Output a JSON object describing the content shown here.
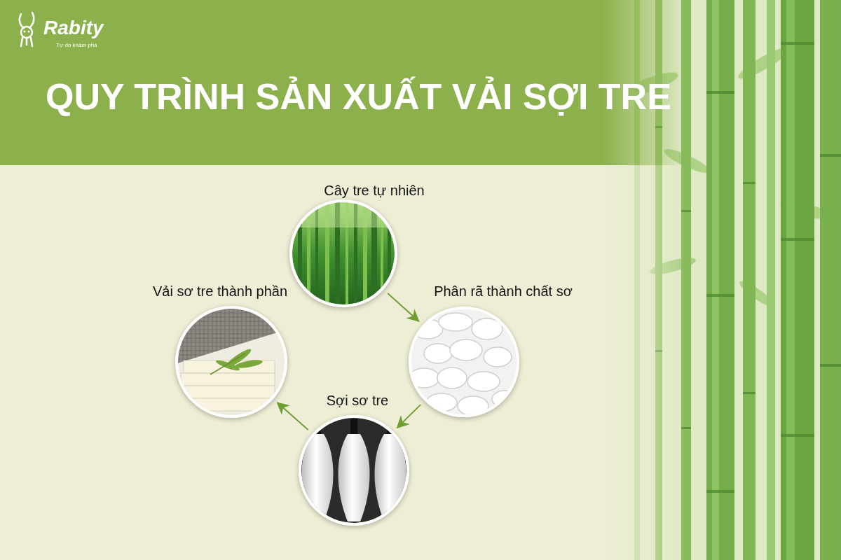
{
  "diagram": {
    "title": "QUY TRÌNH SẢN XUẤT VẢI SỢI TRE",
    "nodes": [
      {
        "text": [
          "Cây tre tự nhiên"
        ]
      },
      {
        "text": [
          "Phân rã thành chất sơ"
        ]
      },
      {
        "text": [
          "Sợi sơ tre"
        ]
      },
      {
        "text": [
          "Vải sơ tre thành phần"
        ]
      }
    ],
    "edges": [
      {
        "from": 0,
        "to": 1,
        "arrow": "to"
      },
      {
        "from": 1,
        "to": 2,
        "arrow": "to"
      },
      {
        "from": 2,
        "to": 3,
        "arrow": "to"
      }
    ],
    "labels": [
      "Rabity",
      "Tự do khám phá"
    ]
  }
}
